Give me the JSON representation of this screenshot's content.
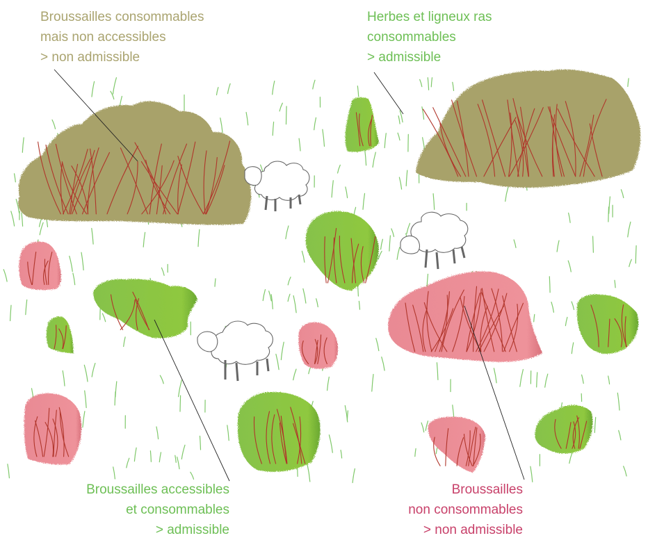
{
  "colors": {
    "olive": "#a8a26a",
    "olive_text": "#aaa470",
    "green": "#8cc63f",
    "green_text": "#6dbf55",
    "pink": "#eb8e96",
    "pink_text": "#c8416a",
    "stem": "#b0352a",
    "grass": "#7fc86a",
    "sheep_line": "#666666"
  },
  "labels": {
    "top_left": {
      "line1": "Broussailles consommables",
      "line2": "mais non accessibles",
      "line3": "> non admissible"
    },
    "top_right": {
      "line1": "Herbes et ligneux ras",
      "line2": "consommables",
      "line3": "> admissible"
    },
    "bottom_left": {
      "line1": "Broussailles accessibles",
      "line2": "et consommables",
      "line3": "> admissible"
    },
    "bottom_right": {
      "line1": "Broussailles",
      "line2": "non consommables",
      "line3": "> non admissible"
    }
  }
}
